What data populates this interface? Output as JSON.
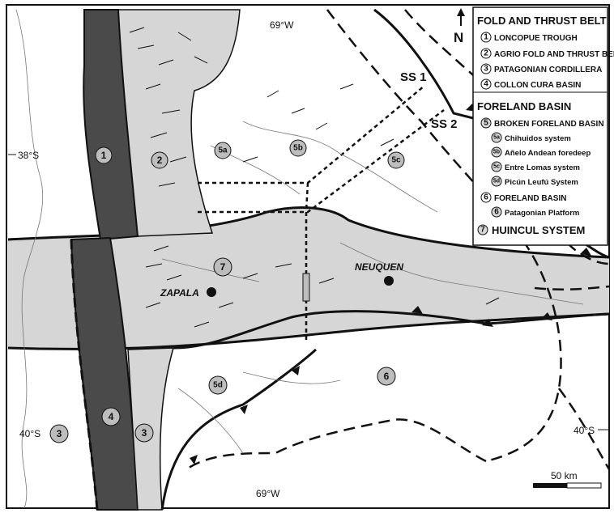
{
  "coordinates": {
    "top_lon": "69°W",
    "bottom_lon": "69°W",
    "left_lat": "38°S",
    "left_lat_low": "40°S",
    "right_lat": "40°S"
  },
  "north_label": "N",
  "section_lines": {
    "ss1": "SS 1",
    "ss2": "SS 2"
  },
  "cities": {
    "zapala": "ZAPALA",
    "neuquen": "NEUQUEN"
  },
  "scale_bar": {
    "label": "50 km"
  },
  "zones": {
    "z1": "1",
    "z2": "2",
    "z3a": "3",
    "z3b": "3",
    "z4": "4",
    "z5a": "5a",
    "z5b": "5b",
    "z5c": "5c",
    "z5d": "5d",
    "z6": "6",
    "z7": "7"
  },
  "legend": {
    "fold_header": "FOLD AND THRUST BELT",
    "fold_items": [
      {
        "num": "1",
        "label": "LONCOPUE TROUGH"
      },
      {
        "num": "2",
        "label": "AGRIO FOLD AND THRUST BELT"
      },
      {
        "num": "3",
        "label": "PATAGONIAN CORDILLERA"
      },
      {
        "num": "4",
        "label": "COLLON CURA BASIN"
      }
    ],
    "foreland_header": "FORELAND BASIN",
    "broken": {
      "num": "5",
      "label": "BROKEN FORELAND BASIN"
    },
    "broken_subs": [
      {
        "num": "5a",
        "label": "Chihuidos system"
      },
      {
        "num": "5b",
        "label": "Añelo Andean foredeep"
      },
      {
        "num": "5c",
        "label": "Entre Lomas system"
      },
      {
        "num": "5d",
        "label": "Picún Leufú System"
      }
    ],
    "foreland": {
      "num": "6",
      "label": "FORELAND BASIN"
    },
    "foreland_sub": {
      "num": "6",
      "label": "Patagonian Platform"
    },
    "huincul": {
      "num": "7",
      "label": "HUINCUL SYSTEM"
    }
  },
  "colors": {
    "dark_band": "#4a4a4a",
    "light_fill": "#d6d6d6",
    "lines": "#111111",
    "marker": "#bdbdbd"
  }
}
